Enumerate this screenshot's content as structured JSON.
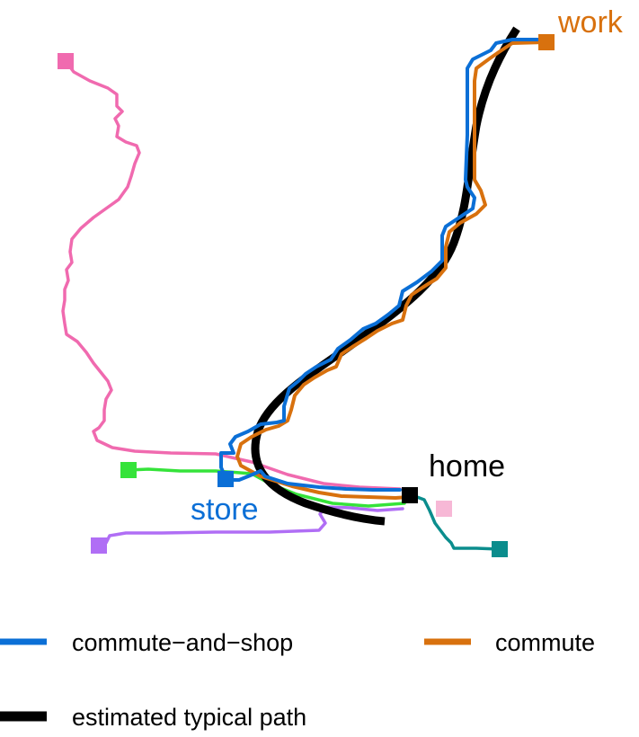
{
  "labels": {
    "work": "work",
    "home": "home",
    "store": "store"
  },
  "legend": {
    "commute_and_shop": "commute−and−shop",
    "commute": "commute",
    "typical_path": "estimated typical path"
  },
  "colors": {
    "commute_and_shop": "#0b6fd6",
    "commute": "#d8710e",
    "typical_path": "#000000",
    "pink": "#f06aaf",
    "green": "#35e33a",
    "purple": "#b06ef5",
    "teal": "#0b8d8d",
    "light_pink": "#f7b8d6"
  }
}
